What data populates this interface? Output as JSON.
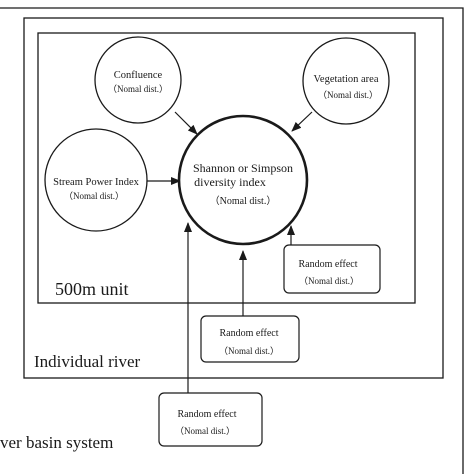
{
  "frames": {
    "river_basin_label": "ver basin system",
    "individual_river_label": "Individual river",
    "unit_label": "500m unit"
  },
  "nodes": {
    "confluence": {
      "title": "Confluence",
      "dist": "（Nomal dist.）"
    },
    "vegetation": {
      "title": "Vegetation area",
      "dist": "（Nomal dist.）"
    },
    "stream_power": {
      "title": "Stream Power Index",
      "dist": "（Nomal dist.）"
    },
    "diversity": {
      "title_line1": "Shannon or Simpson",
      "title_line2": "diversity index",
      "dist": "（Nomal dist.）"
    },
    "random_unit": {
      "title": "Random effect",
      "dist": "（Nomal dist.）"
    },
    "random_river": {
      "title": "Random effect",
      "dist": "（Nomal dist.）"
    },
    "random_basin": {
      "title": "Random effect",
      "dist": "（Nomal dist.）"
    }
  }
}
